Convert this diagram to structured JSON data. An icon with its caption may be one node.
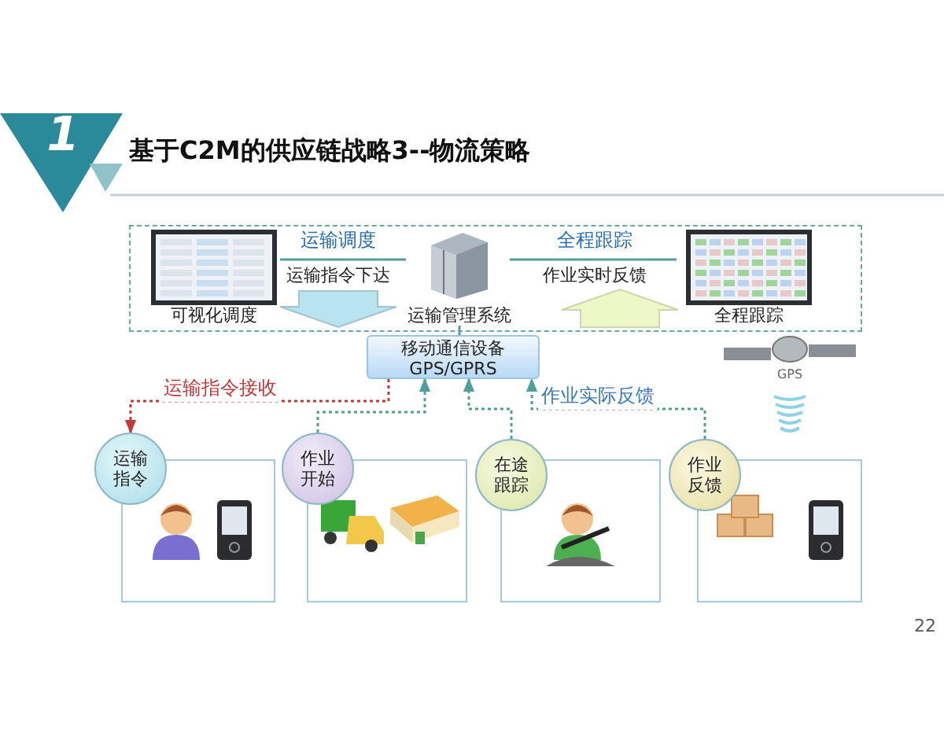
{
  "diagram": {
    "title": "基于C2M的供应链战略3--物流策略",
    "nodes": [
      {
        "text": [],
        "shape": "box"
      },
      {
        "text": [
          "可视化调度"
        ],
        "in": 0
      },
      {
        "text": [
          "运输管理系统"
        ],
        "in": 0
      },
      {
        "text": [
          "全程跟踪"
        ],
        "in": 0
      },
      {
        "text": [
          "移动通信设备 GPS/GPRS"
        ]
      },
      {
        "text": [
          "运输指令"
        ]
      },
      {
        "text": [],
        "shape": "box"
      },
      {
        "text": [
          "作业开始"
        ]
      },
      {
        "text": [],
        "shape": "box"
      },
      {
        "text": [
          "在途跟踪"
        ]
      },
      {
        "text": [],
        "shape": "box"
      },
      {
        "text": [
          "作业反馈"
        ]
      },
      {
        "text": [],
        "shape": "box"
      }
    ],
    "edges": [
      {
        "from": 1,
        "to": 2,
        "arrow": "none",
        "label": "运输调度"
      },
      {
        "from": 2,
        "to": 3,
        "arrow": "none",
        "label": "全程跟踪"
      },
      {
        "from": 2,
        "to": 4,
        "arrow": "none"
      },
      {
        "from": 4,
        "to": 5,
        "arrow": "to",
        "label": "运输指令接收",
        "style": "dashed",
        "color": "#c0393b"
      },
      {
        "from": 7,
        "to": 4,
        "arrow": "to",
        "style": "dashed"
      },
      {
        "from": 9,
        "to": 4,
        "arrow": "to",
        "style": "dashed"
      },
      {
        "from": 11,
        "to": 4,
        "arrow": "to",
        "label": "作业实际反馈",
        "style": "dashed"
      },
      {
        "from": 1,
        "to": 4,
        "arrow": "to",
        "style": "thick",
        "color": "#b9e3ef"
      },
      {
        "from": 4,
        "to": 3,
        "arrow": "to",
        "style": "thick",
        "color": "#eef7c8"
      }
    ],
    "labels": [
      "1",
      "运输指令下达",
      "作业实时反馈",
      "GPS",
      "22"
    ]
  }
}
